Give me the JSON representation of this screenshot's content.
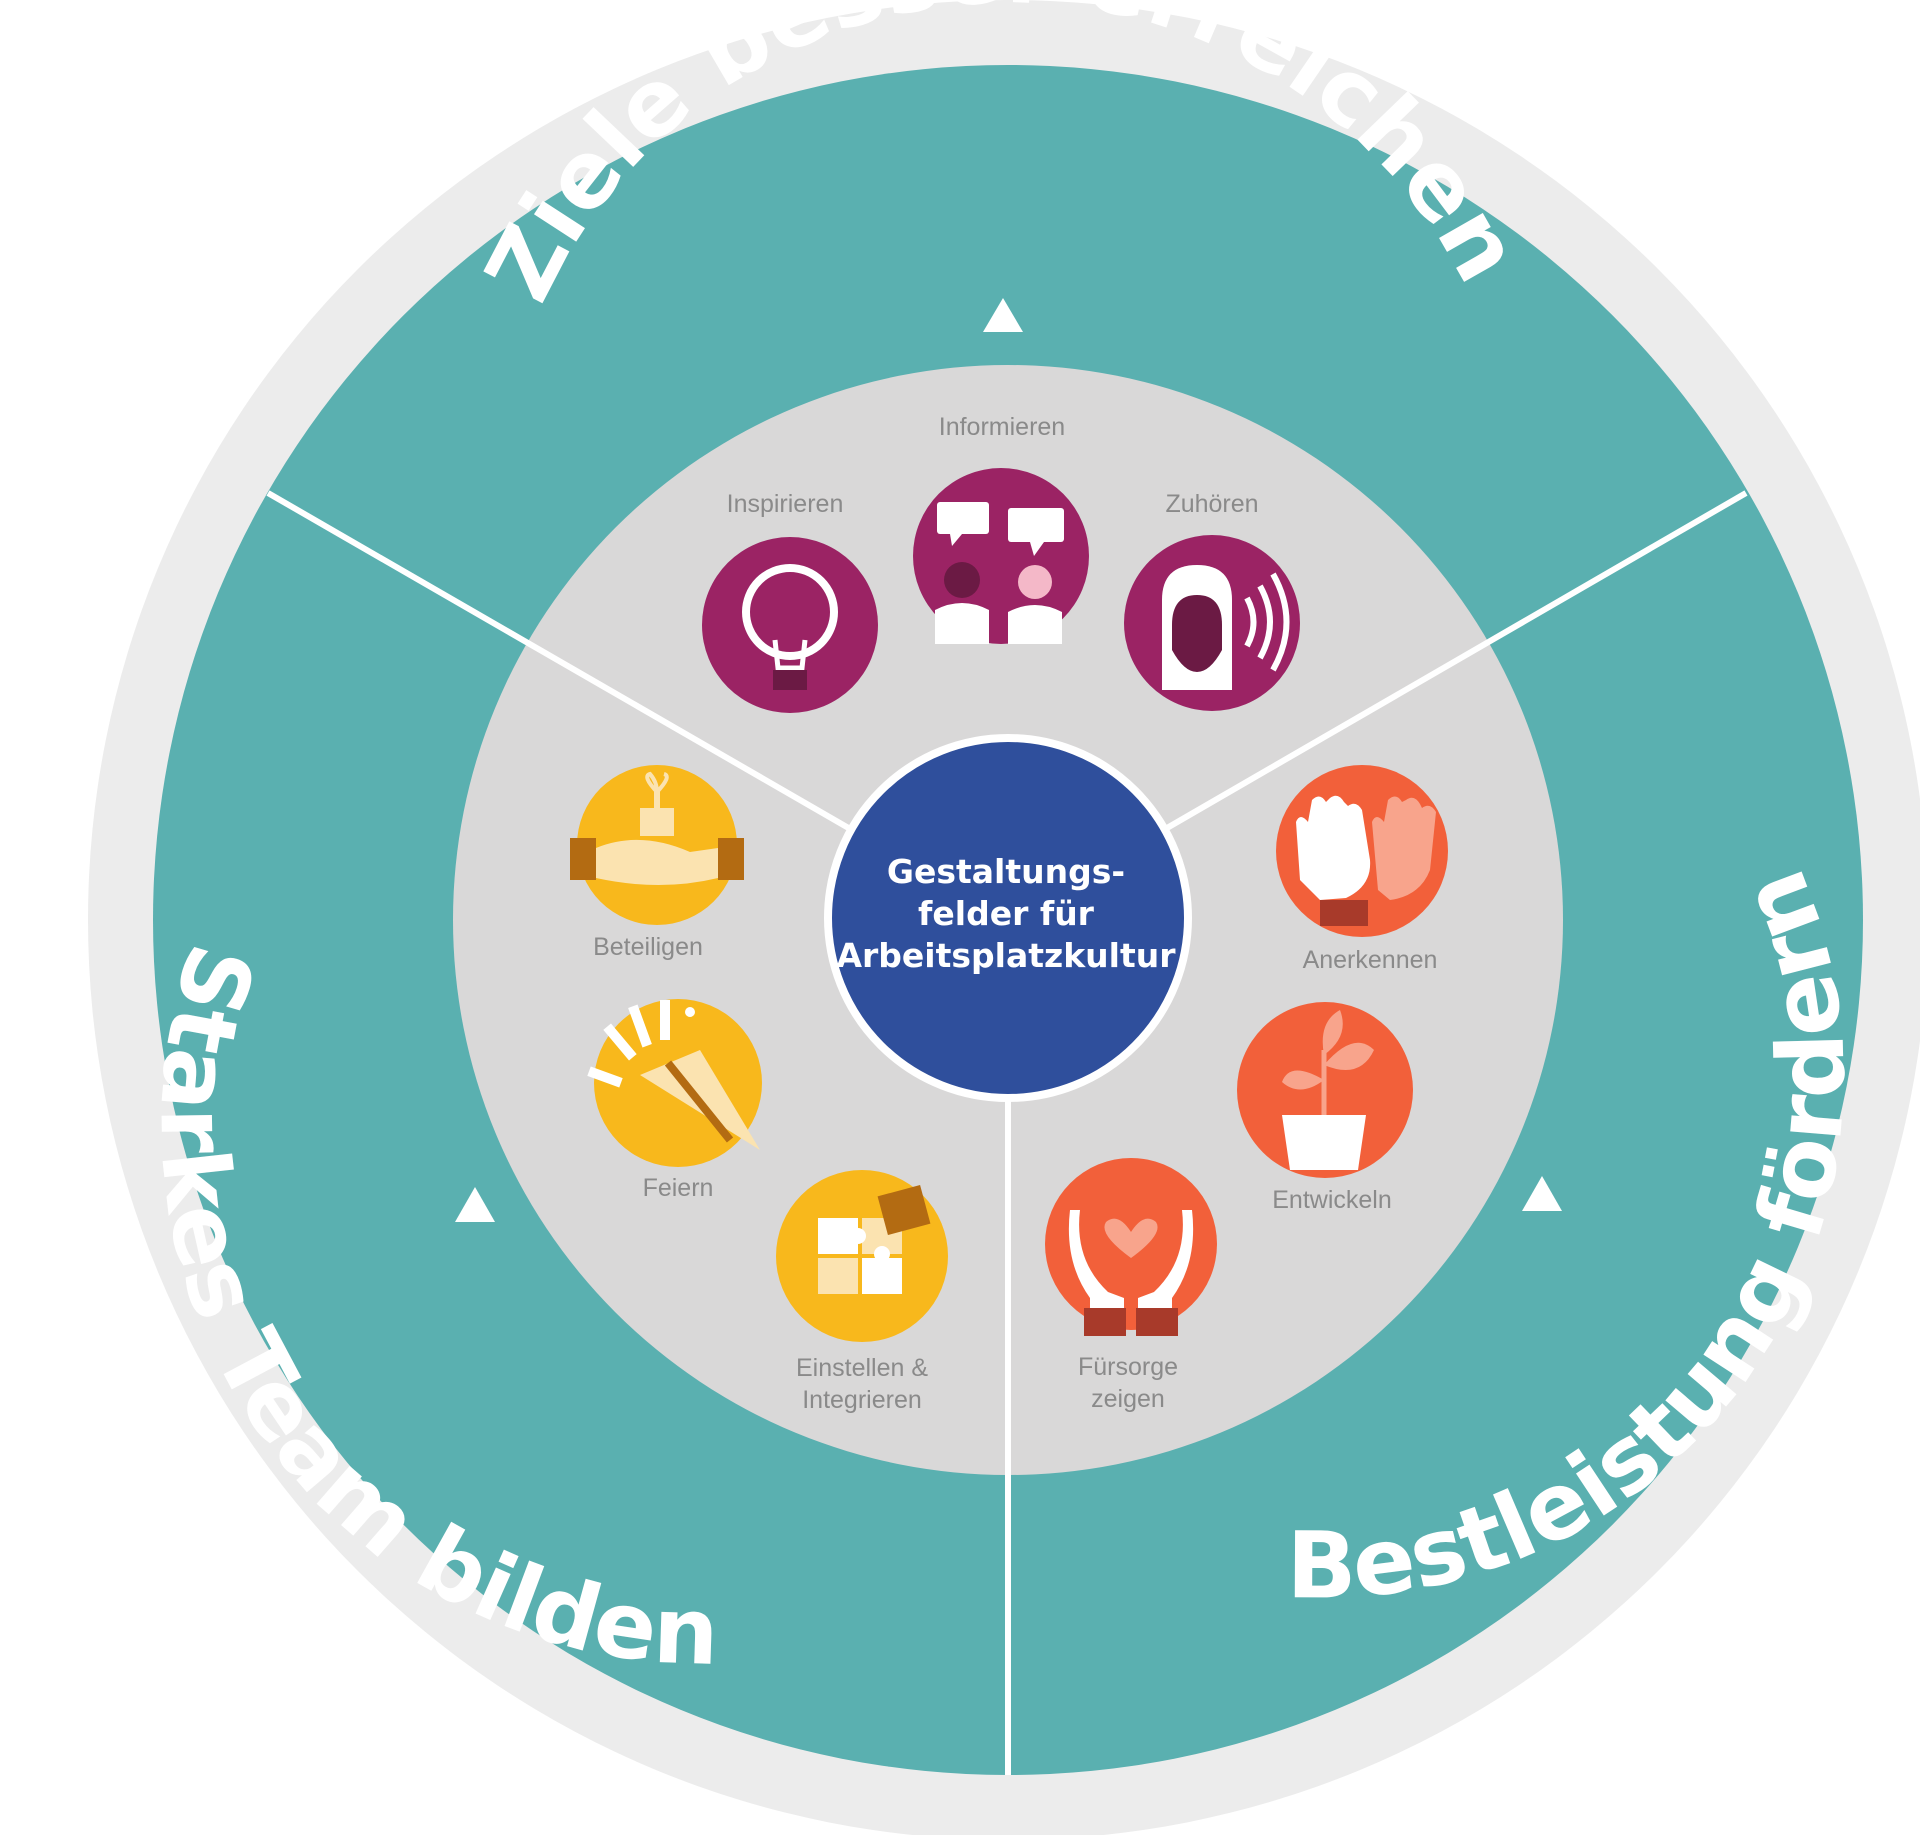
{
  "center": {
    "lines": [
      "Gestaltungs-",
      "felder für",
      "Arbeitsplatzkultur"
    ]
  },
  "ring": {
    "top_label": "Ziele besser erreichen",
    "left_label": "Starkes Team bilden",
    "right_label": "Bestleistung fördern"
  },
  "items": {
    "informieren": "Informieren",
    "inspirieren": "Inspirieren",
    "zuhoeren": "Zuhören",
    "beteiligen": "Beteiligen",
    "feiern": "Feiern",
    "einstellen_1": "Einstellen &",
    "einstellen_2": "Integrieren",
    "anerkennen": "Anerkennen",
    "entwickeln": "Entwickeln",
    "fuersorge_1": "Fürsorge",
    "fuersorge_2": "zeigen"
  },
  "colors": {
    "outer_ring": "#ececec",
    "teal": "#5ab0b0",
    "inner_grey": "#d9d8d8",
    "center": "#2f4f9c",
    "purple": "#9b2364",
    "yellow": "#f8b81c",
    "orange": "#f2603a"
  }
}
